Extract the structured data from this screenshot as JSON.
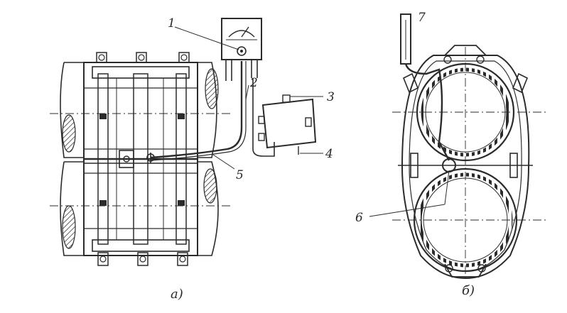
{
  "diagram": {
    "callouts": {
      "c1": "1",
      "c2": "2",
      "c3": "3",
      "c4": "4",
      "c5": "5",
      "c6": "6",
      "c7": "7"
    },
    "captions": {
      "a": "а)",
      "b": "б)"
    },
    "colors": {
      "ink": "#2b2b2b",
      "paper": "#ffffff",
      "hatch": "#3a3a3a"
    }
  }
}
